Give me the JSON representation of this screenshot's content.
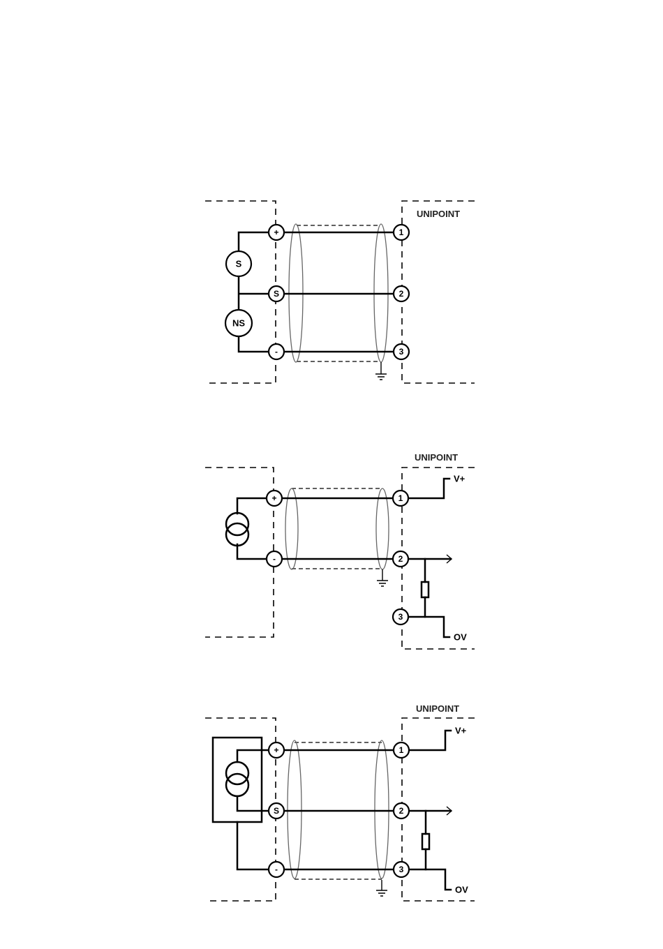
{
  "device_label": "UNIPOINT",
  "diagram1": {
    "source_terminals": [
      "+",
      "S",
      "-"
    ],
    "unipoint_terminals": [
      "1",
      "2",
      "3"
    ],
    "components": [
      "S",
      "NS"
    ]
  },
  "diagram2": {
    "source_terminals": [
      "+",
      "-"
    ],
    "unipoint_terminals": [
      "1",
      "2",
      "3"
    ],
    "rail_plus": "V+",
    "rail_zero": "OV"
  },
  "diagram3": {
    "source_terminals": [
      "+",
      "S",
      "-"
    ],
    "unipoint_terminals": [
      "1",
      "2",
      "3"
    ],
    "rail_plus": "V+",
    "rail_zero": "OV"
  }
}
